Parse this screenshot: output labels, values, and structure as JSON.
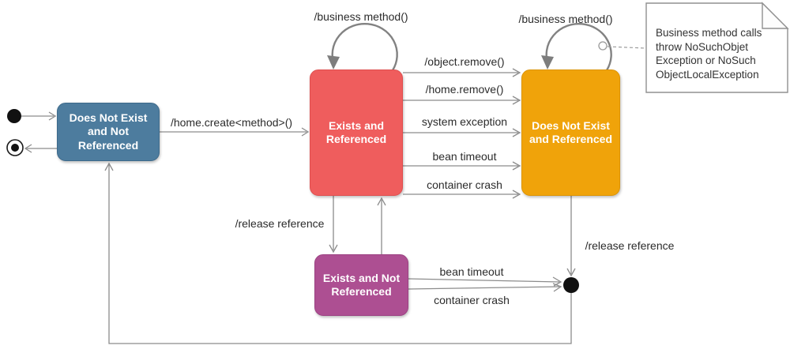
{
  "states": {
    "does_not_exist_and_not_referenced": {
      "label": "Does Not Exist and Not Referenced",
      "color": "#4d7c9e"
    },
    "exists_and_referenced": {
      "label": "Exists and Referenced",
      "color": "#ef5d5d"
    },
    "does_not_exist_and_referenced": {
      "label": "Does Not Exist and Referenced",
      "color": "#f0a30a"
    },
    "exists_and_not_referenced": {
      "label": "Exists and Not Referenced",
      "color": "#ad4f92"
    }
  },
  "transitions": {
    "home_create": "/home.create<method>()",
    "business_method_left": "/business method()",
    "business_method_right": "/business method()",
    "object_remove": "/object.remove()",
    "home_remove": "/home.remove()",
    "system_exception": "system exception",
    "bean_timeout_top": "bean timeout",
    "container_crash_top": "container crash",
    "release_reference_left": "/release reference",
    "release_reference_right": "/release reference",
    "bean_timeout_bottom": "bean timeout",
    "container_crash_bottom": "container crash"
  },
  "note": {
    "lines": [
      "Business method calls",
      "throw NoSuchObjet",
      "Exception or NoSuch",
      "ObjectLocalException"
    ]
  },
  "colors": {
    "connector_line": "#8c8c8c",
    "self_loop": "#828282",
    "terminal_fill": "#111111",
    "note_border": "#909090"
  }
}
